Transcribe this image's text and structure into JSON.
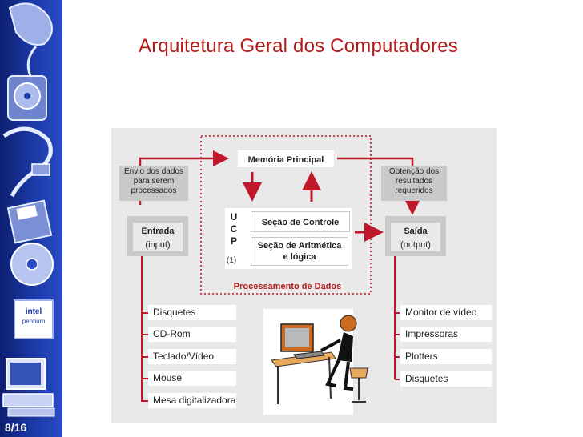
{
  "slide": {
    "title": "Arquitetura Geral dos Computadores",
    "number": "8/16"
  },
  "diagram": {
    "memoria_principal": "Memória Principal",
    "envio": [
      "Envio dos dados",
      "para serem",
      "processados"
    ],
    "obtencao": [
      "Obtenção dos",
      "resultados",
      "requeridos"
    ],
    "entrada": {
      "title": "Entrada",
      "sub": "(input)"
    },
    "saida": {
      "title": "Saída",
      "sub": "(output)"
    },
    "ucp_letters": [
      "U",
      "C",
      "P"
    ],
    "ucp_note": "(1)",
    "secao_controle": "Seção de Controle",
    "secao_aritmetica": [
      "Seção de Aritmética",
      "e  lógica"
    ],
    "processamento": "Processamento de Dados",
    "input_devices": [
      "Disquetes",
      "CD-Rom",
      "Teclado/Vídeo",
      "Mouse",
      "Mesa digitalizadora"
    ],
    "output_devices": [
      "Monitor de vídeo",
      "Impressoras",
      "Plotters",
      "Disquetes"
    ]
  },
  "colors": {
    "sidebar": "#1c3aa8",
    "title": "#b51a1a",
    "arrows": "#c0182a",
    "panel": "#e9e9e9",
    "grey_box": "#c9c9c9"
  },
  "icons": [
    "mouse-icon",
    "hard-disk-icon",
    "cable-icon",
    "floppy-icon",
    "cd-icon",
    "intel-pentium-chip-icon",
    "computer-icon"
  ]
}
